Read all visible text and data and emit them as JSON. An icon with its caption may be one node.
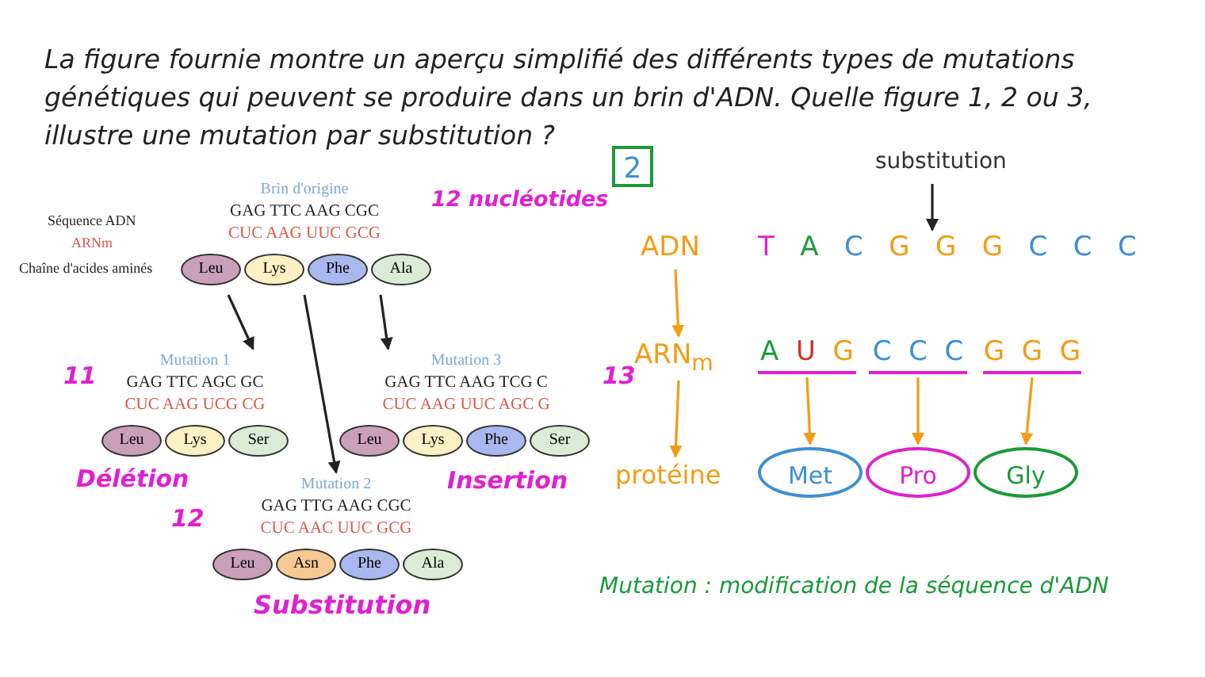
{
  "diagram": {
    "title": "La figure fournie montre un aperçu simplifié des différents types de mutations génétiques qui peuvent se produire dans un brin d'ADN. Quelle figure 1, 2 ou 3, illustre une mutation par substitution ?",
    "nodes": [
      {
        "text": [
          "Brin d'origine",
          "GAG TTC AAG CGC",
          "CUC AAG UUC GCG"
        ],
        "beside": [
          "12 nucléotides"
        ]
      },
      {
        "text": [
          "Leu"
        ],
        "in": 0
      },
      {
        "text": [
          "Lys"
        ],
        "in": 0
      },
      {
        "text": [
          "Phe"
        ],
        "in": 0
      },
      {
        "text": [
          "Ala"
        ],
        "in": 0
      },
      {
        "text": [
          "Mutation 1",
          "GAG TTC AGC GC",
          "CUC AAG UCG CG"
        ],
        "beside": [
          "11",
          "Délétion"
        ]
      },
      {
        "text": [
          "Leu"
        ],
        "in": 5
      },
      {
        "text": [
          "Lys"
        ],
        "in": 5
      },
      {
        "text": [
          "Ser"
        ],
        "in": 5
      },
      {
        "text": [
          "Mutation 3",
          "GAG TTC AAG TCG C",
          "CUC AAG UUC AGC G"
        ],
        "beside": [
          "13",
          "Insertion"
        ]
      },
      {
        "text": [
          "Leu"
        ],
        "in": 9
      },
      {
        "text": [
          "Lys"
        ],
        "in": 9
      },
      {
        "text": [
          "Phe"
        ],
        "in": 9
      },
      {
        "text": [
          "Ser"
        ],
        "in": 9
      },
      {
        "text": [
          "Mutation 2",
          "GAG TTG AAG CGC",
          "CUC AAC UUC GCG"
        ],
        "beside": [
          "12",
          "Substitution"
        ]
      },
      {
        "text": [
          "Leu"
        ],
        "in": 14
      },
      {
        "text": [
          "Asn"
        ],
        "in": 14
      },
      {
        "text": [
          "Phe"
        ],
        "in": 14
      },
      {
        "text": [
          "Ala"
        ],
        "in": 14
      },
      {
        "text": [
          "2"
        ]
      },
      {
        "text": [
          "substitution"
        ]
      },
      {
        "text": [
          "ADN"
        ]
      },
      {
        "text": [
          "T A C G G G C C C"
        ]
      },
      {
        "text": [
          "ARN$_{m}$"
        ]
      },
      {
        "text": [
          "A U G"
        ]
      },
      {
        "text": [
          "C C C"
        ]
      },
      {
        "text": [
          "G G G"
        ]
      },
      {
        "text": [
          "protéine"
        ]
      },
      {
        "text": [
          "Met"
        ]
      },
      {
        "text": [
          "Pro"
        ]
      },
      {
        "text": [
          "Gly"
        ]
      }
    ],
    "edges": [
      {
        "from": 0,
        "to": 5,
        "arrow": "to",
        "color": "#222222"
      },
      {
        "from": 0,
        "to": 14,
        "arrow": "to",
        "color": "#222222"
      },
      {
        "from": 0,
        "to": 9,
        "arrow": "to",
        "color": "#222222"
      },
      {
        "from": 20,
        "to": 22,
        "arrow": "to",
        "color": "#222222"
      },
      {
        "from": 21,
        "to": 23,
        "arrow": "to"
      },
      {
        "from": 23,
        "to": 27,
        "arrow": "to"
      },
      {
        "from": 24,
        "to": 28,
        "arrow": "to"
      },
      {
        "from": 25,
        "to": 29,
        "arrow": "to"
      },
      {
        "from": 26,
        "to": 30,
        "arrow": "to"
      }
    ],
    "labels": [
      "Séquence ADN",
      "ARNm",
      "Chaîne d'acides aminés",
      "Mutation : modification de la séquence d'ADN"
    ]
  }
}
